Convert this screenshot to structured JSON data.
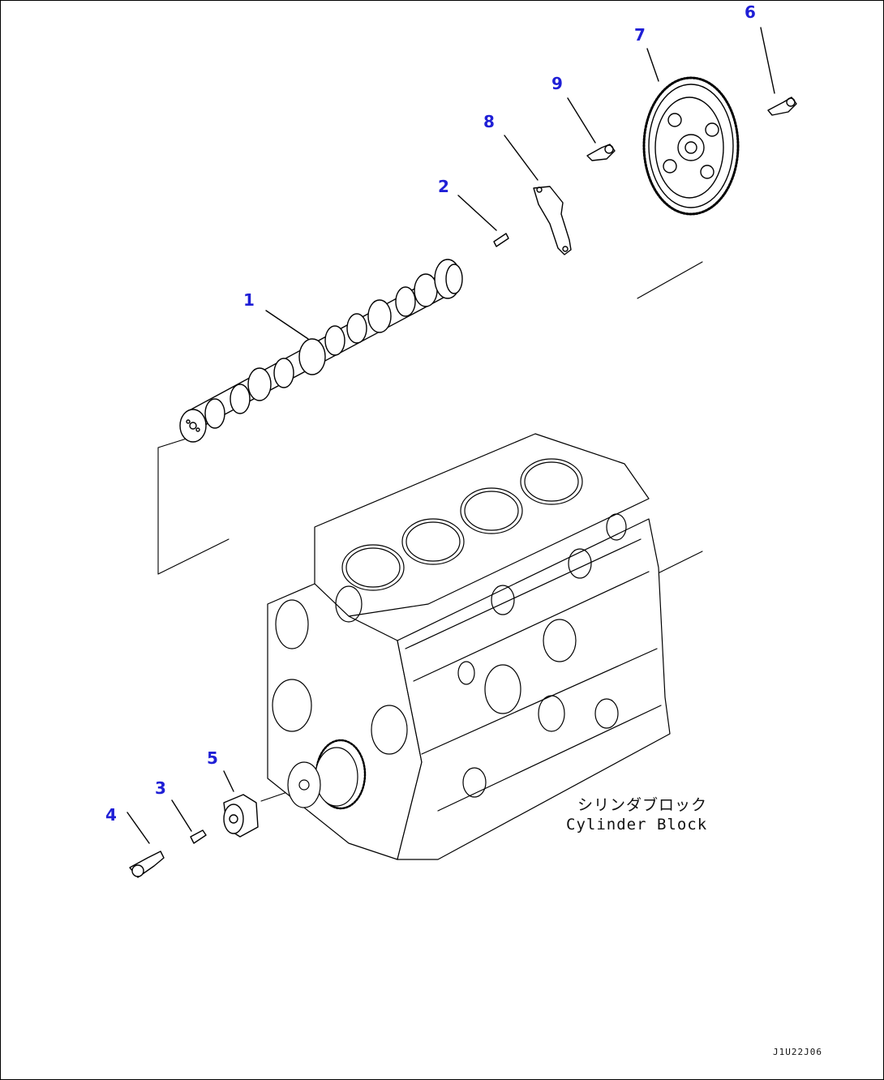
{
  "callouts": [
    {
      "num": "1",
      "part": "camshaft"
    },
    {
      "num": "2",
      "part": "dowel-pin"
    },
    {
      "num": "3",
      "part": "dowel-pin"
    },
    {
      "num": "4",
      "part": "bolt"
    },
    {
      "num": "5",
      "part": "cam-gear-hub"
    },
    {
      "num": "6",
      "part": "bolt"
    },
    {
      "num": "7",
      "part": "cam-gear"
    },
    {
      "num": "8",
      "part": "thrust-plate"
    },
    {
      "num": "9",
      "part": "bolt"
    }
  ],
  "caption": {
    "japanese": "シリンダブロック",
    "english": "Cylinder Block"
  },
  "drawing_id": "J1U22J06",
  "colors": {
    "callout": "#1f1fd6",
    "line": "#000000",
    "background": "#ffffff"
  }
}
